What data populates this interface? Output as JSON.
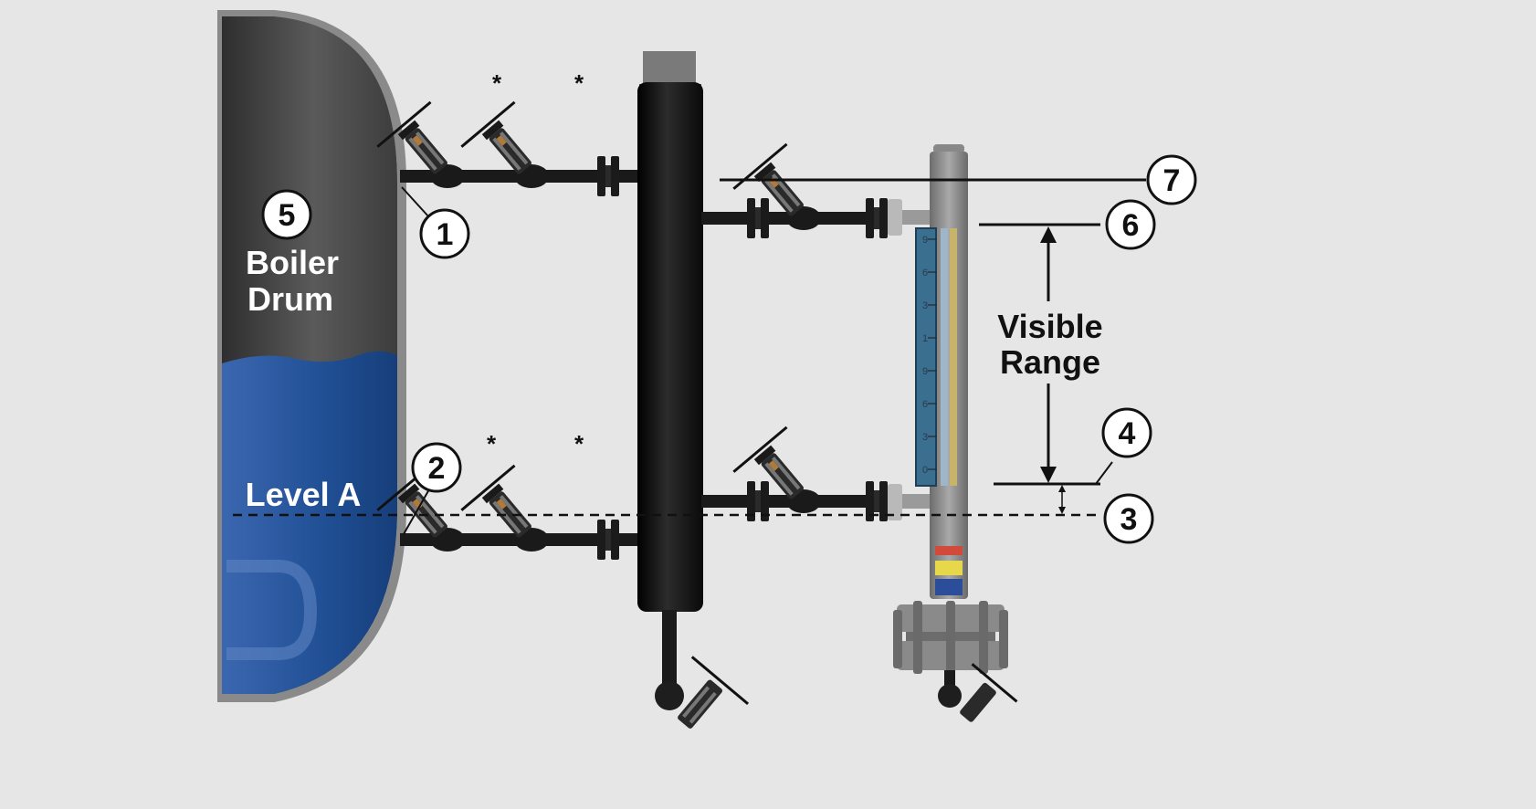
{
  "labels": {
    "boiler": "Boiler",
    "drum": "Drum",
    "level_a": "Level A",
    "visible": "Visible",
    "range": "Range",
    "asterisk": "*"
  },
  "callouts": [
    "1",
    "2",
    "3",
    "4",
    "5",
    "6",
    "7"
  ],
  "scale_digits": [
    "9",
    "6",
    "3",
    "1",
    "9",
    "6",
    "3",
    "0"
  ],
  "colors": {
    "background": "#e6e6e6",
    "drum_steam": "#4a4a4a",
    "drum_water": "#1f4e93",
    "drum_shell": "#7a7a7a",
    "chamber": "#161616",
    "gauge_body": "#8a8a8a",
    "gauge_scale": "#3a6f8f"
  }
}
